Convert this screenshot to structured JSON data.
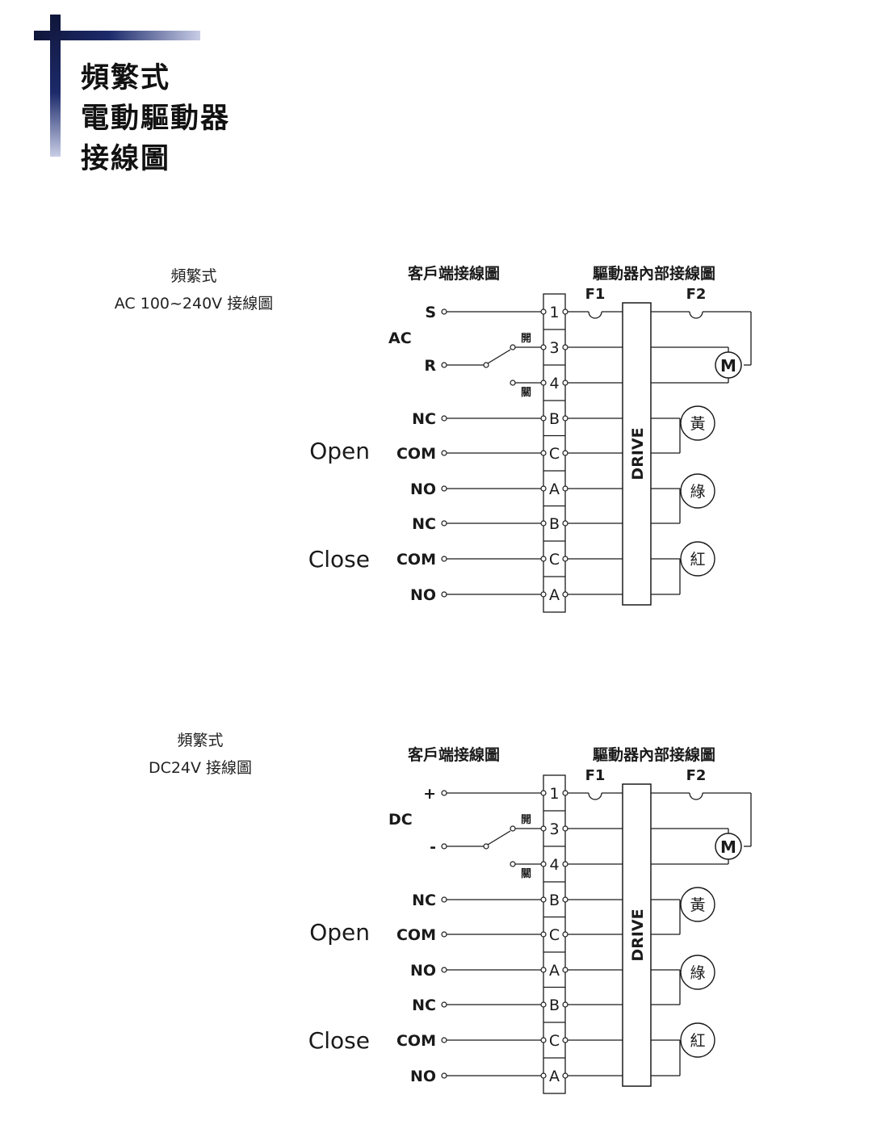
{
  "header": {
    "title_lines": [
      "頻繁式",
      "電動驅動器",
      "接線圖"
    ]
  },
  "sections": [
    {
      "label_lines": [
        "頻繁式",
        "AC 100~240V 接線圖"
      ],
      "client_title": "客戶端接線圖",
      "internal_title": "驅動器內部接線圖",
      "fuse1": "F1",
      "fuse2": "F2",
      "supply_label": "AC",
      "supply_pos": "S",
      "supply_neg": "R",
      "switch_open": "開",
      "switch_close": "關",
      "terminals": [
        "1",
        "3",
        "4",
        "B",
        "C",
        "A",
        "B",
        "C",
        "A"
      ],
      "signal_labels": [
        "NC",
        "COM",
        "NO",
        "NC",
        "COM",
        "NO"
      ],
      "group_open": "Open",
      "group_close": "Close",
      "drive": "DRIVE",
      "motor": "M",
      "lamps": [
        "黃",
        "綠",
        "紅"
      ]
    },
    {
      "label_lines": [
        "頻繁式",
        "DC24V 接線圖"
      ],
      "client_title": "客戶端接線圖",
      "internal_title": "驅動器內部接線圖",
      "fuse1": "F1",
      "fuse2": "F2",
      "supply_label": "DC",
      "supply_pos": "+",
      "supply_neg": "-",
      "switch_open": "開",
      "switch_close": "關",
      "terminals": [
        "1",
        "3",
        "4",
        "B",
        "C",
        "A",
        "B",
        "C",
        "A"
      ],
      "signal_labels": [
        "NC",
        "COM",
        "NO",
        "NC",
        "COM",
        "NO"
      ],
      "group_open": "Open",
      "group_close": "Close",
      "drive": "DRIVE",
      "motor": "M",
      "lamps": [
        "黃",
        "綠",
        "紅"
      ]
    }
  ]
}
